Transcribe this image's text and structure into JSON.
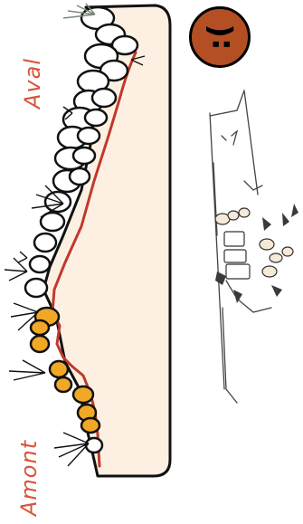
{
  "labels": {
    "aval": "Aval",
    "amont": "Amont"
  },
  "face": {
    "expression": "sad",
    "glyph": ":(",
    "color": "#b44f24"
  },
  "colors": {
    "accent_label": "#d9533b",
    "riverbank_fill": "#fdf0e3",
    "soil_line": "#c0392b",
    "rock_white": "#ffffff",
    "rock_yellow": "#f0a826",
    "grass": "#9aa59a"
  },
  "icons": {
    "riverbank_section": "riverbank-cross-section-illustration",
    "sketch": "eroded-riverbank-sketch"
  }
}
